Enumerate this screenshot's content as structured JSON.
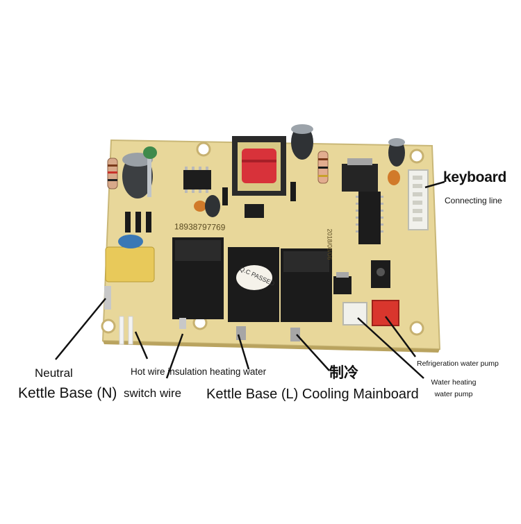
{
  "labels": {
    "keyboard": "keyboard",
    "connecting_line": "Connecting line",
    "neutral": "Neutral",
    "kettle_base_n": "Kettle Base (N)",
    "hot_wire_insulation": "Hot wire insulation heating water",
    "switch_wire": "switch wire",
    "kettle_base_l": "Kettle Base (L) Cooling Mainboard",
    "cooling_cn": "制冷",
    "refrigeration_pump": "Refrigeration water pump",
    "water_heating_pump": "Water heating water pump"
  },
  "board": {
    "printed_number": "18938797769",
    "qc_stamp": "Q.C PASSED",
    "model_code": "2018/08/06"
  },
  "colors": {
    "pcb": "#e8d79a",
    "relay": "#1b1b1b",
    "transformer_core": "#d8323a",
    "x_capacitor": "#e8c95a",
    "connector_white": "#f1f1ec",
    "connector_red": "#d9362d",
    "leader_line": "#111111"
  }
}
